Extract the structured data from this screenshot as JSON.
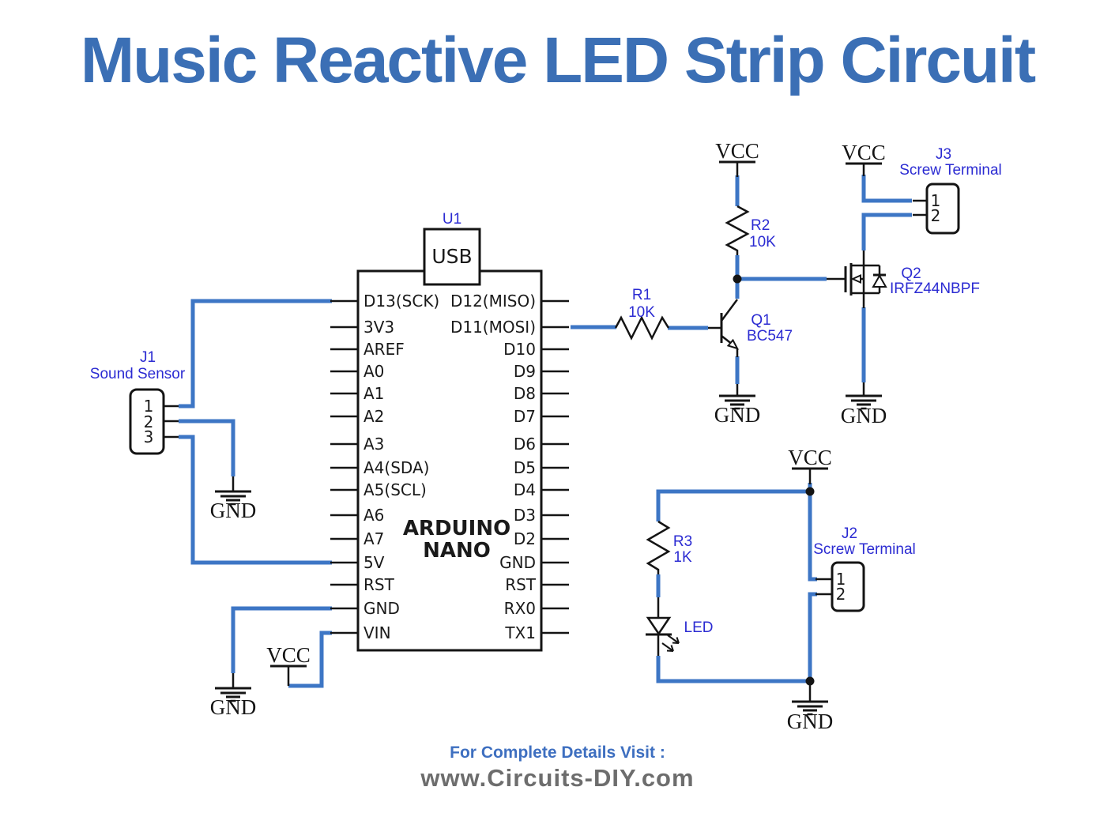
{
  "title": "Music Reactive LED Strip Circuit",
  "footer": {
    "line1": "For Complete Details Visit :",
    "line2": "www.Circuits-DIY.com"
  },
  "colors": {
    "title_blue": "#3b6fb5",
    "label_blue": "#2b2bd2",
    "wire_blue": "#3d76c5",
    "line_black": "#141414",
    "footer_blue": "#3e6fc0",
    "footer_gray": "#6d6d6d"
  },
  "nets": {
    "vcc": "VCC",
    "gnd": "GND"
  },
  "arduino": {
    "ref": "U1",
    "usb_label": "USB",
    "name_line1": "ARDUINO",
    "name_line2": "NANO",
    "left_pins": [
      "D13(SCK)",
      "3V3",
      "AREF",
      "A0",
      "A1",
      "A2",
      "A3",
      "A4(SDA)",
      "A5(SCL)",
      "A6",
      "A7",
      "5V",
      "RST",
      "GND",
      "VIN"
    ],
    "right_pins": [
      "D12(MISO)",
      "D11(MOSI)",
      "D10",
      "D9",
      "D8",
      "D7",
      "D6",
      "D5",
      "D4",
      "D3",
      "D2",
      "GND",
      "RST",
      "RX0",
      "TX1"
    ]
  },
  "sound_sensor": {
    "ref": "J1",
    "name": "Sound Sensor",
    "pin_numbers": [
      "1",
      "2",
      "3"
    ]
  },
  "screw_terminal_j3": {
    "ref": "J3",
    "name": "Screw Terminal",
    "pin_numbers": [
      "1",
      "2"
    ]
  },
  "screw_terminal_j2": {
    "ref": "J2",
    "name": "Screw Terminal",
    "pin_numbers": [
      "1",
      "2"
    ]
  },
  "resistors": {
    "r1": {
      "ref": "R1",
      "value": "10K"
    },
    "r2": {
      "ref": "R2",
      "value": "10K"
    },
    "r3": {
      "ref": "R3",
      "value": "1K"
    }
  },
  "transistors": {
    "q1": {
      "ref": "Q1",
      "value": "BC547"
    },
    "q2": {
      "ref": "Q2",
      "value": "IRFZ44NBPF"
    }
  },
  "led": {
    "label": "LED"
  }
}
